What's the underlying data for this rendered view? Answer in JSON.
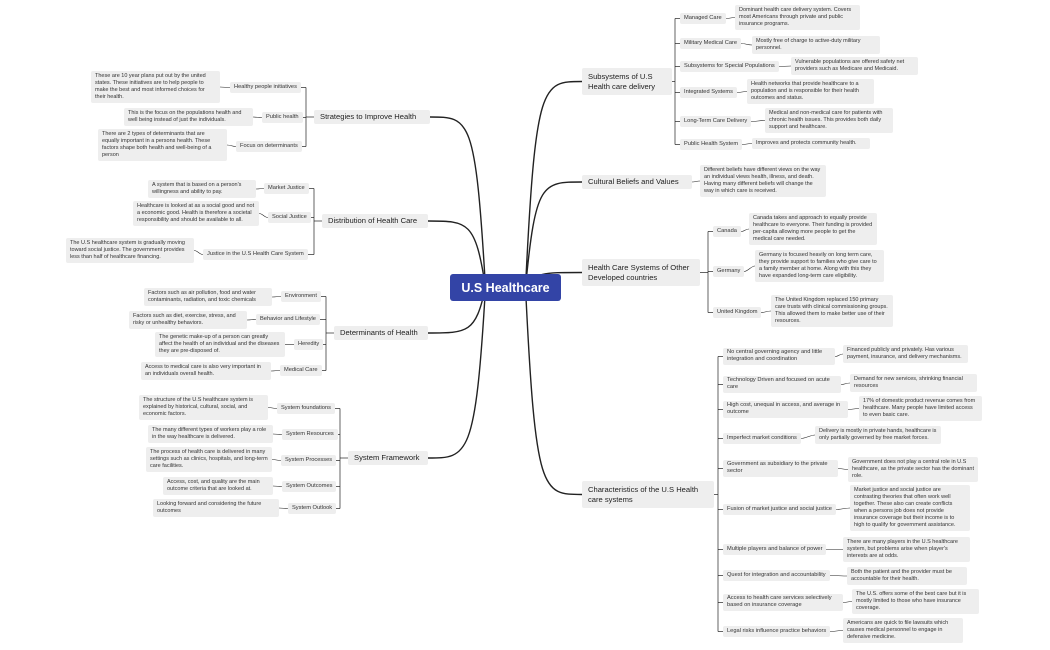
{
  "root": "U.S Healthcare",
  "right": [
    {
      "label": "Subsystems of U.S Health care delivery",
      "children": [
        {
          "label": "Managed Care",
          "leaf": "Dominant health care delivery system. Covers most Americans through private and public insurance programs."
        },
        {
          "label": "Military Medical Care",
          "leaf": "Mostly free of charge to active-duty military personnel."
        },
        {
          "label": "Subsystems for Special Populations",
          "leaf": "Vulnerable populations are offered safety net providers such as Medicare and Medicaid."
        },
        {
          "label": "Integrated Systems",
          "leaf": "Health networks that provide healthcare to a population and is responsible for their health outcomes and status."
        },
        {
          "label": "Long-Term Care Delivery",
          "leaf": "Medical and non-medical care for patients with chronic health issues. This provides both daily support and healthcare."
        },
        {
          "label": "Public Health System",
          "leaf": "Improves and protects community health."
        }
      ]
    },
    {
      "label": "Cultural Beliefs and Values",
      "leaf": "Different beliefs have different views on the way an individual views health, illness, and death. Having many different beliefs will change the way in which care is received."
    },
    {
      "label": "Health Care Systems of Other Developed countries",
      "children": [
        {
          "label": "Canada",
          "leaf": "Canada takes and approach to equally provide healthcare to everyone. Their funding is provided per-capita allowing more people to get the medical care needed."
        },
        {
          "label": "Germany",
          "leaf": "Germany is focused heavily on long term care, they provide support to families who give care to a family member at home. Along with this they have expanded long-term care eligibility."
        },
        {
          "label": "United Kingdom",
          "leaf": "The United Kingdom replaced 150 primary care trusts with clinical commissioning groups. This allowed them to make better use of their resources."
        }
      ]
    },
    {
      "label": "Characteristics of the U.S Health care systems",
      "children": [
        {
          "label": "No central governing agency and little integration and coordination",
          "leaf": "Financed publicly and privately. Has various payment, insurance, and delivery mechanisms."
        },
        {
          "label": "Technology Driven and focused on acute care",
          "leaf": "Demand for new services, shrinking financial resources"
        },
        {
          "label": "High cost, unequal in access, and average in outcome",
          "leaf": "17% of domestic product revenue comes from healthcare. Many people have limited access to even basic care."
        },
        {
          "label": "Imperfect market conditions",
          "leaf": "Delivery is mostly in private hands, healthcare is only partially governed by free market forces."
        },
        {
          "label": "Government as subsidiary to the private sector",
          "leaf": "Government does not play a central role in U.S healthcare, as the private sector has the dominant role."
        },
        {
          "label": "Fusion of market justice and social justice",
          "leaf": "Market justice and social justice are contrasting theories that often work well together. These also can create conflicts when a persons job does not provide insurance coverage but their income is to high to qualify for government assistance."
        },
        {
          "label": "Multiple players and balance of power",
          "leaf": "There are many players in the U.S healthcare system, but problems arise when player's interests are at odds."
        },
        {
          "label": "Quest for integration and accountability",
          "leaf": "Both the patient and the provider must be accountable for their health."
        },
        {
          "label": "Access to health care services selectively based on insurance coverage",
          "leaf": "The U.S. offers some of the best care but it is mostly limited to those who have insurance coverage."
        },
        {
          "label": "Legal risks influence practice behaviors",
          "leaf": "Americans are quick to file lawsuits which causes medical personnel to engage in defensive medicine."
        }
      ]
    }
  ],
  "left": [
    {
      "label": "Strategies to Improve Health",
      "children": [
        {
          "label": "Healthy people initiatives",
          "leaf": "These are 10 year plans put out by the united states. These initiatives are to help people to make the best and most informed choices for their health."
        },
        {
          "label": "Public health",
          "leaf": "This is the focus on the populations health and well being instead of just the individuals."
        },
        {
          "label": "Focus on determinants",
          "leaf": "There are 2 types of determinants that are equally important in a persons health. These factors shape both health and well-being of a person"
        }
      ]
    },
    {
      "label": "Distribution of Health Care",
      "children": [
        {
          "label": "Market Justice",
          "leaf": "A system that is based on a person's willingness and ability to pay."
        },
        {
          "label": "Social Justice",
          "leaf": "Healthcare is looked at as a social good and not a economic good. Health is therefore a societal responsibility and should be available to all."
        },
        {
          "label": "Justice in the U.S Health Care System",
          "leaf": "The U.S healthcare system is gradually moving toward social justice. The government provides less than half of healthcare financing."
        }
      ]
    },
    {
      "label": "Determinants of Health",
      "children": [
        {
          "label": "Environment",
          "leaf": "Factors such as air pollution, food and water contaminants, radiation, and toxic chemicals"
        },
        {
          "label": "Behavior and Lifestyle",
          "leaf": "Factors such as diet, exercise, stress, and risky or unhealthy behaviors."
        },
        {
          "label": "Heredity",
          "leaf": "The genetic make-up of a person can greatly affect the health of an individual and the diseases they are pre-disposed of."
        },
        {
          "label": "Medical Care",
          "leaf": "Access to medical care is also very important in an individuals overall health."
        }
      ]
    },
    {
      "label": "System Framework",
      "children": [
        {
          "label": "System foundations",
          "leaf": "The structure of the U.S healthcare system is explained by historical, cultural, social, and economic factors."
        },
        {
          "label": "System Resources",
          "leaf": "The many different types of workers play a role in the way healthcare is delivered."
        },
        {
          "label": "System Processes",
          "leaf": "The process of health care is delivered in many settings such as clinics, hospitals, and long-term care facilities."
        },
        {
          "label": "System Outcomes",
          "leaf": "Access, cost, and quality are the main outcome criteria that are looked at."
        },
        {
          "label": "System Outlook",
          "leaf": "Looking forward and considering the future outcomes"
        }
      ]
    }
  ]
}
